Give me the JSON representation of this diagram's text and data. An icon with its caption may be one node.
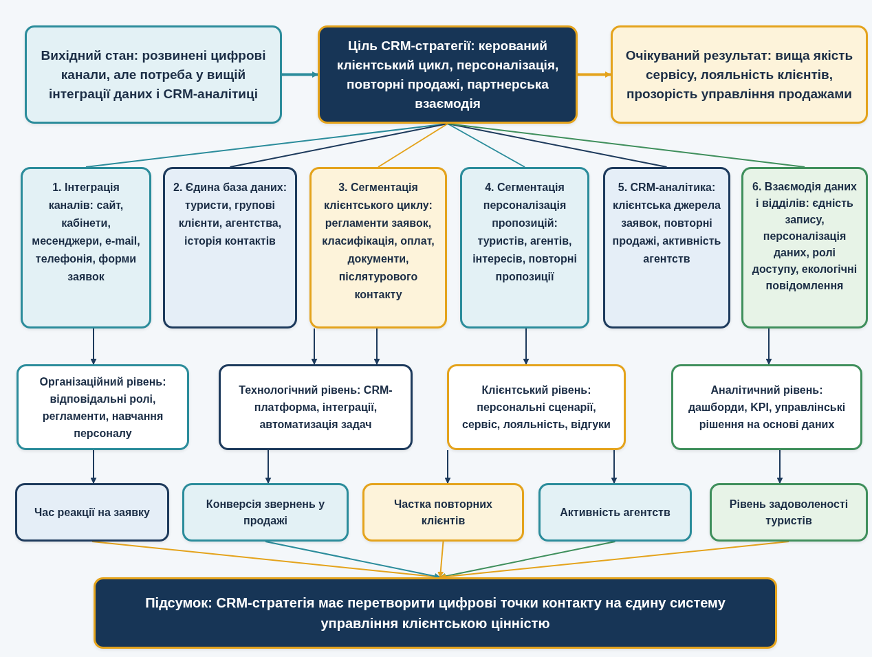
{
  "diagram": {
    "nodes": [
      {
        "text": [
          "Вихідний стан: розвинені цифрові канали, але потреба у вищій інтеграції даних і CRM-аналітиці"
        ]
      },
      {
        "text": [
          "Ціль CRM-стратегії: керований клієнтський цикл, персоналізація, повторні продажі, партнерська взаємодія"
        ]
      },
      {
        "text": [
          "Очікуваний результат: вища якість сервісу, лояльність клієнтів, прозорість управління продажами"
        ]
      },
      {
        "text": [
          "1. Інтеграція каналів: сайт, кабінети, месенджери, e-mail, телефонія, форми заявок"
        ]
      },
      {
        "text": [
          "2. Єдина база даних: туристи, групові клієнти, агентства, історія контактів"
        ]
      },
      {
        "text": [
          "3. Сегментація клієнтського циклу: регламенти заявок, класифікація, оплат, документи, післятурового контакту"
        ]
      },
      {
        "text": [
          "4. Сегментація персоналізація пропозицій: туристів, агентів, інтересів, повторні пропозиції"
        ]
      },
      {
        "text": [
          "5. CRM-аналітика: клієнтська джерела заявок, повторні продажі, активність агентств"
        ]
      },
      {
        "text": [
          "6. Взаємодія даних і відділів: єдність запису, персоналізація даних, ролі доступу, екологічні повідомлення"
        ]
      },
      {
        "text": [
          "Організаційний рівень: відповідальні ролі, регламенти, навчання персоналу"
        ]
      },
      {
        "text": [
          "Технологічний рівень: CRM-платформа, інтеграції, автоматизація задач"
        ]
      },
      {
        "text": [
          "Клієнтський рівень: персональні сценарії, сервіс, лояльність, відгуки"
        ]
      },
      {
        "text": [
          "Аналітичний рівень: дашборди, KPI, управлінські рішення на основі даних"
        ]
      },
      {
        "text": [
          "Час реакції на заявку"
        ]
      },
      {
        "text": [
          "Конверсія звернень у продажі"
        ]
      },
      {
        "text": [
          "Частка повторних клієнтів"
        ]
      },
      {
        "text": [
          "Активність агентств"
        ]
      },
      {
        "text": [
          "Рівень задоволеності туристів"
        ]
      },
      {
        "text": [
          "Підсумок: CRM-стратегія має перетворити цифрові точки контакту на єдину систему управління клієнтською цінністю"
        ]
      }
    ],
    "edges": [
      {
        "from": 0,
        "to": 1,
        "arrow": "to",
        "style": "thick",
        "color": "#2b8c9b"
      },
      {
        "from": 1,
        "to": 2,
        "arrow": "to",
        "style": "thick",
        "color": "#e4a31c"
      },
      {
        "from": 1,
        "to": 3,
        "arrow": "none",
        "color": "#2b8c9b"
      },
      {
        "from": 1,
        "to": 4,
        "arrow": "none"
      },
      {
        "from": 1,
        "to": 5,
        "arrow": "none",
        "color": "#e4a31c"
      },
      {
        "from": 1,
        "to": 6,
        "arrow": "none",
        "color": "#2b8c9b"
      },
      {
        "from": 1,
        "to": 7,
        "arrow": "none"
      },
      {
        "from": 1,
        "to": 8,
        "arrow": "none",
        "color": "#3f8f5c"
      },
      {
        "from": 3,
        "to": 9,
        "arrow": "to"
      },
      {
        "from": 5,
        "to": 10,
        "arrow": "to"
      },
      {
        "from": 5,
        "to": 10,
        "arrow": "to"
      },
      {
        "from": 6,
        "to": 11,
        "arrow": "to"
      },
      {
        "from": 8,
        "to": 12,
        "arrow": "to"
      },
      {
        "from": 9,
        "to": 13,
        "arrow": "to"
      },
      {
        "from": 10,
        "to": 14,
        "arrow": "to"
      },
      {
        "from": 11,
        "to": 15,
        "arrow": "to"
      },
      {
        "from": 11,
        "to": 16,
        "arrow": "to"
      },
      {
        "from": 12,
        "to": 17,
        "arrow": "to"
      },
      {
        "from": 13,
        "to": 18,
        "arrow": "to",
        "color": "#e4a31c"
      },
      {
        "from": 14,
        "to": 18,
        "arrow": "to",
        "color": "#2b8c9b"
      },
      {
        "from": 15,
        "to": 18,
        "arrow": "to",
        "color": "#e4a31c"
      },
      {
        "from": 16,
        "to": 18,
        "arrow": "to",
        "color": "#3f8f5c"
      },
      {
        "from": 17,
        "to": 18,
        "arrow": "to",
        "color": "#e4a31c"
      }
    ]
  }
}
